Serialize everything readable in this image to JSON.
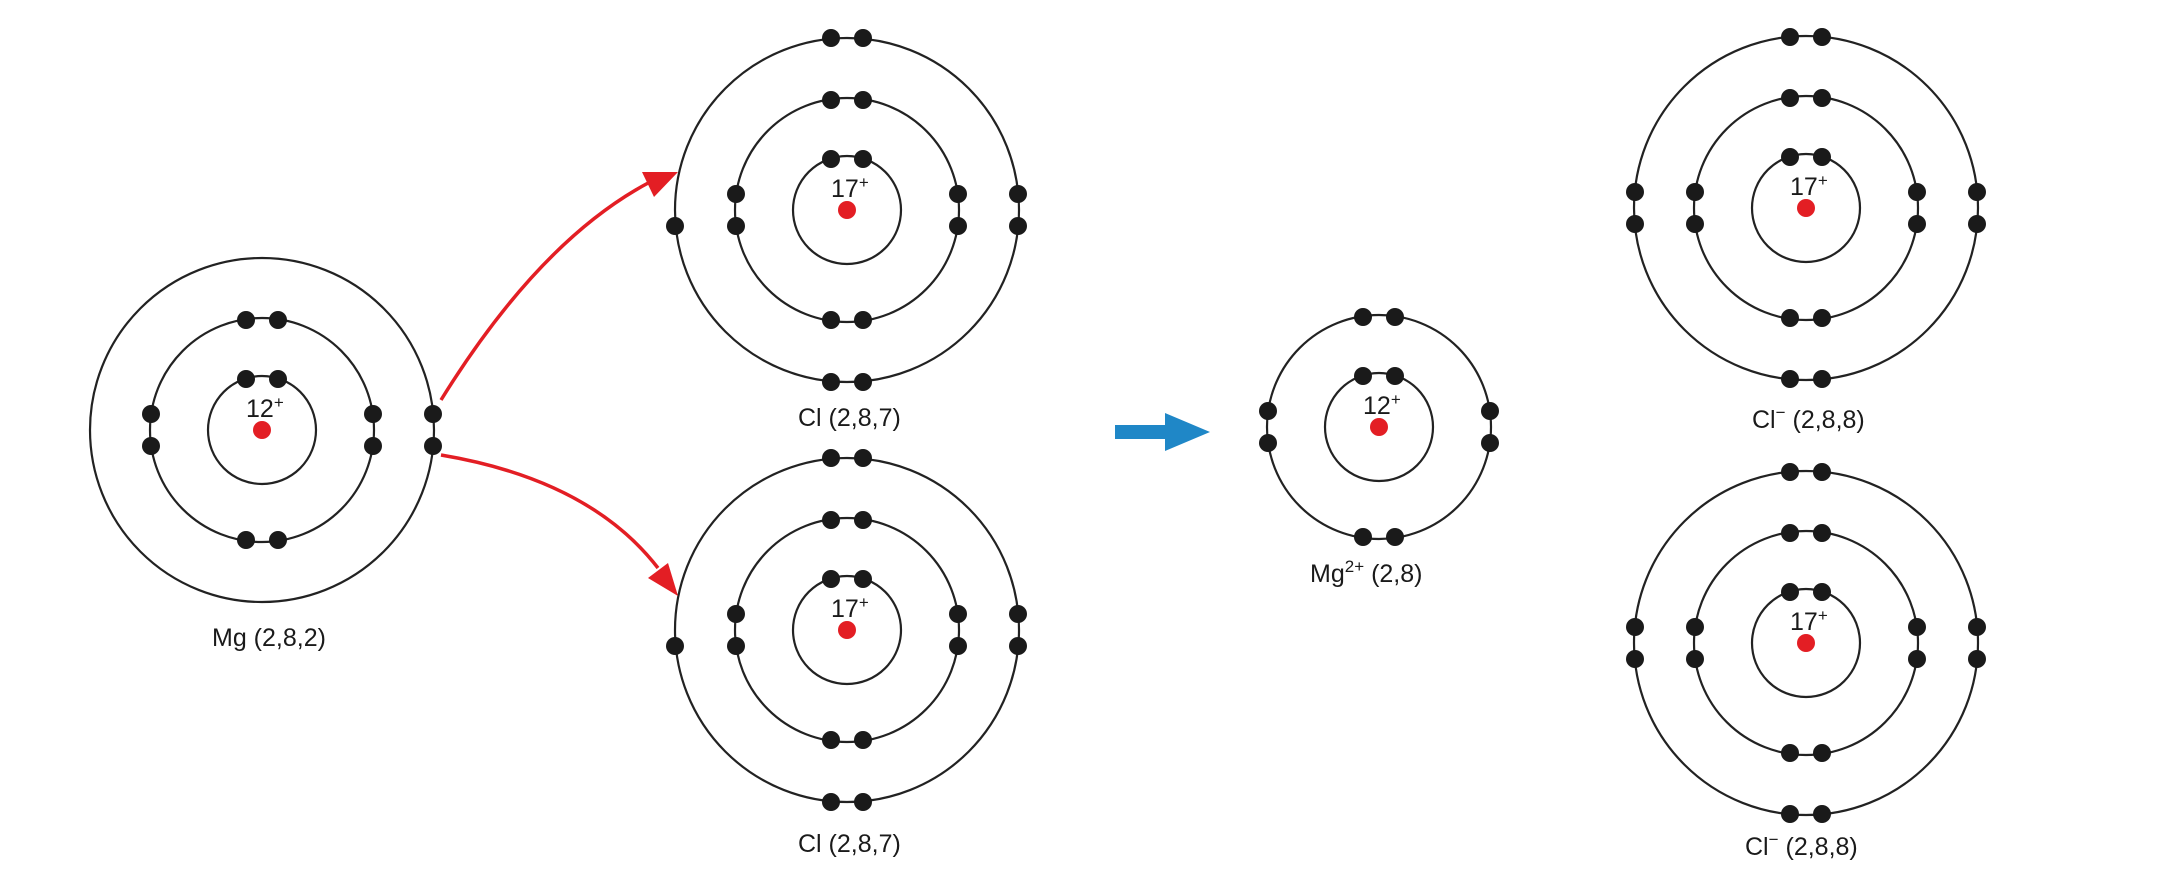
{
  "atoms": [
    {
      "id": "mg",
      "nucleus_charge": "12",
      "charge_sign": "+",
      "label_symbol": "Mg",
      "label_sup": "",
      "label_config": " (2,8,2)",
      "shell_electrons": [
        2,
        8,
        2
      ]
    },
    {
      "id": "cl-top",
      "nucleus_charge": "17",
      "charge_sign": "+",
      "label_symbol": "Cl",
      "label_sup": "",
      "label_config": " (2,8,7)",
      "shell_electrons": [
        2,
        8,
        7
      ]
    },
    {
      "id": "cl-bottom",
      "nucleus_charge": "17",
      "charge_sign": "+",
      "label_symbol": "Cl",
      "label_sup": "",
      "label_config": " (2,8,7)",
      "shell_electrons": [
        2,
        8,
        7
      ]
    },
    {
      "id": "mg-ion",
      "nucleus_charge": "12",
      "charge_sign": "+",
      "label_symbol": "Mg",
      "label_sup": "2+",
      "label_config": " (2,8)",
      "shell_electrons": [
        2,
        8
      ]
    },
    {
      "id": "cl-ion-top",
      "nucleus_charge": "17",
      "charge_sign": "+",
      "label_symbol": "Cl",
      "label_sup": "−",
      "label_config": " (2,8,8)",
      "shell_electrons": [
        2,
        8,
        8
      ]
    },
    {
      "id": "cl-ion-bottom",
      "nucleus_charge": "17",
      "charge_sign": "+",
      "label_symbol": "Cl",
      "label_sup": "−",
      "label_config": " (2,8,8)",
      "shell_electrons": [
        2,
        8,
        8
      ]
    }
  ],
  "colors": {
    "nucleus": "#e31e24",
    "electron": "#1a1a1a",
    "transfer_arrow": "#e31e24",
    "reaction_arrow": "#1f87c7"
  }
}
